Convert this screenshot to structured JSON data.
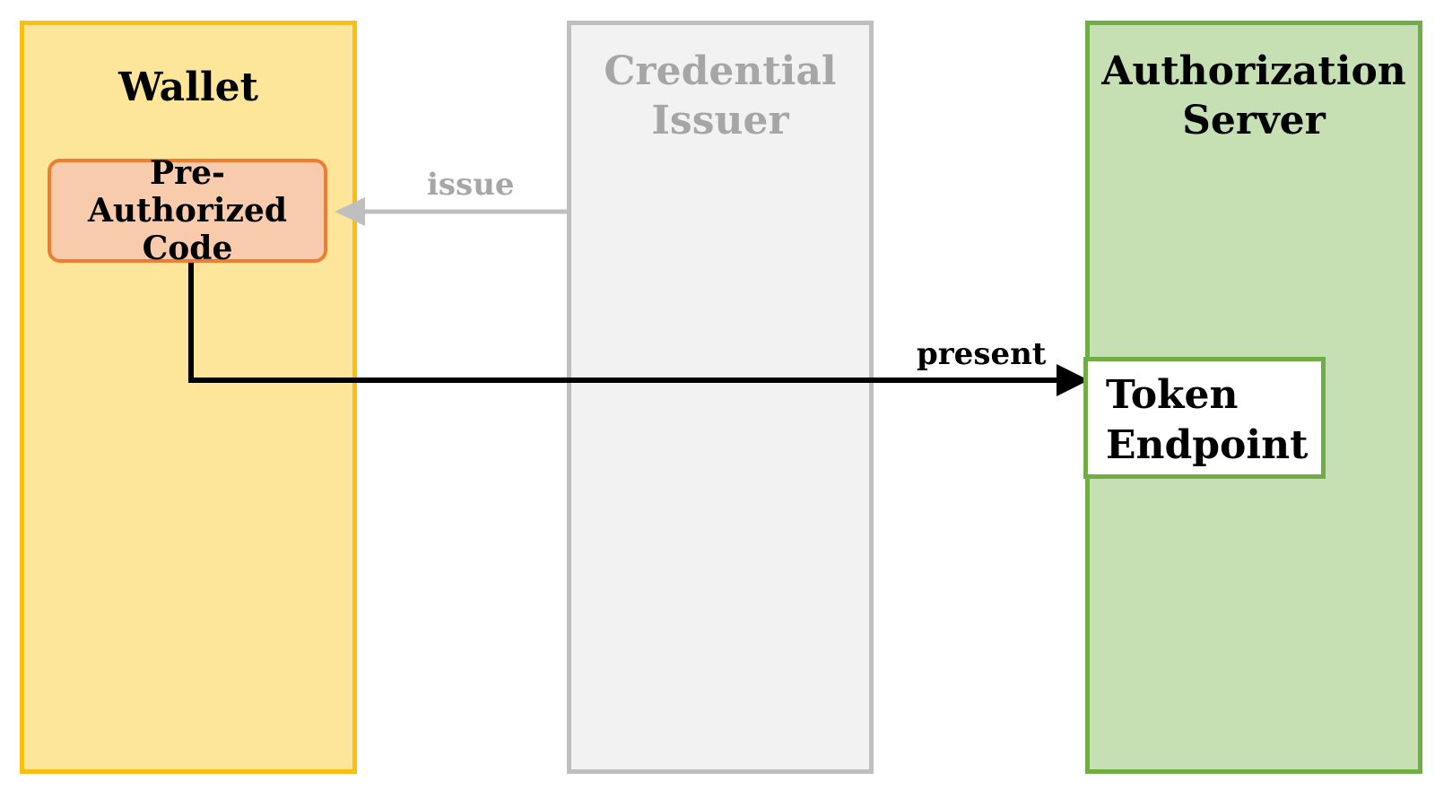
{
  "lanes": {
    "wallet": {
      "title": "Wallet"
    },
    "issuer": {
      "title_lines": [
        "Credential",
        "Issuer"
      ]
    },
    "auth_server": {
      "title_lines": [
        "Authorization",
        "Server"
      ]
    }
  },
  "nodes": {
    "pre_authorized_code": {
      "lines": [
        "Pre-Authorized",
        "Code"
      ]
    },
    "token_endpoint": {
      "lines": [
        "Token",
        "Endpoint"
      ]
    }
  },
  "edges": {
    "issue": {
      "label": "issue",
      "from": "Credential Issuer",
      "to": "Pre-Authorized Code"
    },
    "present": {
      "label": "present",
      "from": "Pre-Authorized Code",
      "to": "Token Endpoint"
    }
  },
  "colors": {
    "wallet_fill": "#fde699",
    "wallet_border": "#fbbf12",
    "issuer_fill": "#f2f2f2",
    "issuer_border": "#bfbfbf",
    "issuer_text": "#a6a6a6",
    "auth_fill": "#c6e0b4",
    "auth_border": "#70ad47",
    "code_fill": "#f8cbad",
    "code_border": "#ed7d31",
    "arrow_dark": "#000000",
    "arrow_gray": "#bfbfbf"
  }
}
